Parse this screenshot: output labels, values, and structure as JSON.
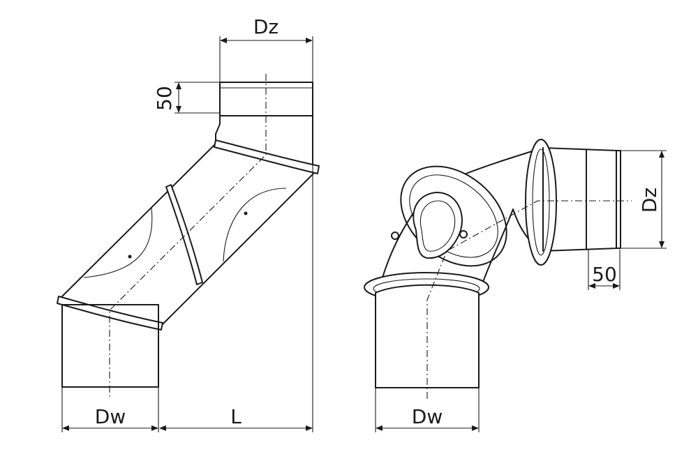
{
  "left_view": {
    "label_top_diameter": "Dz",
    "label_collar": "50",
    "label_bottom_diameter": "Dw",
    "label_offset": "L"
  },
  "right_view": {
    "label_right_diameter": "Dz",
    "label_collar": "50",
    "label_bottom_diameter": "Dw"
  },
  "colors": {
    "line": "#1a1a1a",
    "background": "#ffffff"
  }
}
